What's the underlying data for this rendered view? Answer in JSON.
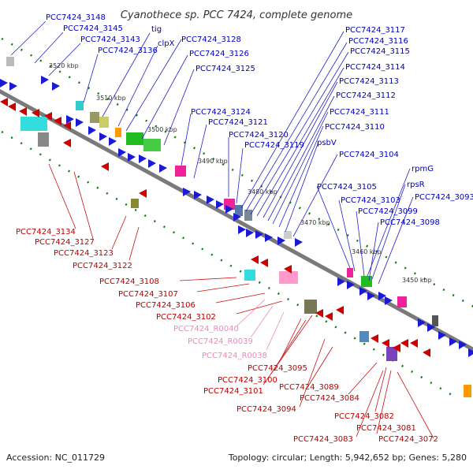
{
  "title": "Cyanothece sp. PCC 7424, complete genome",
  "footer": {
    "accession": "Accession: NC_011729",
    "summary": "Topology: circular; Length: 5,942,652 bp; Genes: 5,280"
  },
  "colors": {
    "plus": "#1a1ad6",
    "minus": "#cc0000",
    "rna": "#e888b8",
    "backbone": "#888888",
    "tick": "#117a11"
  },
  "kbp_ticks": [
    "3520 kbp",
    "3510 kbp",
    "3500 kbp",
    "3490 kbp",
    "3480 kbp",
    "3470 kbp",
    "3460 kbp",
    "3450 kbp"
  ],
  "labels_top": [
    "PCC7424_3148",
    "PCC7424_3145",
    "PCC7424_3143",
    "PCC7424_3136",
    "tig",
    "clpX",
    "PCC7424_3128",
    "PCC7424_3126",
    "PCC7424_3125",
    "PCC7424_3124",
    "PCC7424_3121",
    "PCC7424_3120",
    "PCC7424_3119",
    "PCC7424_3117",
    "PCC7424_3116",
    "PCC7424_3115",
    "PCC7424_3114",
    "PCC7424_3113",
    "PCC7424_3112",
    "PCC7424_3111",
    "PCC7424_3110",
    "psbV",
    "PCC7424_3104",
    "PCC7424_3105",
    "PCC7424_3103",
    "PCC7424_3099",
    "PCC7424_3098",
    "rpmG",
    "rpsR",
    "PCC7424_3093"
  ],
  "labels_bottom": [
    "PCC7424_3134",
    "PCC7424_3127",
    "PCC7424_3123",
    "PCC7424_3122",
    "PCC7424_3108",
    "PCC7424_3107",
    "PCC7424_3106",
    "PCC7424_3102",
    "PCC7424_R0040",
    "PCC7424_R0039",
    "PCC7424_R0038",
    "PCC7424_3095",
    "PCC7424_3100",
    "PCC7424_3101",
    "PCC7424_3094",
    "PCC7424_3089",
    "PCC7424_3084",
    "PCC7424_3082",
    "PCC7424_3081",
    "PCC7424_3083",
    "PCC7424_3072"
  ]
}
